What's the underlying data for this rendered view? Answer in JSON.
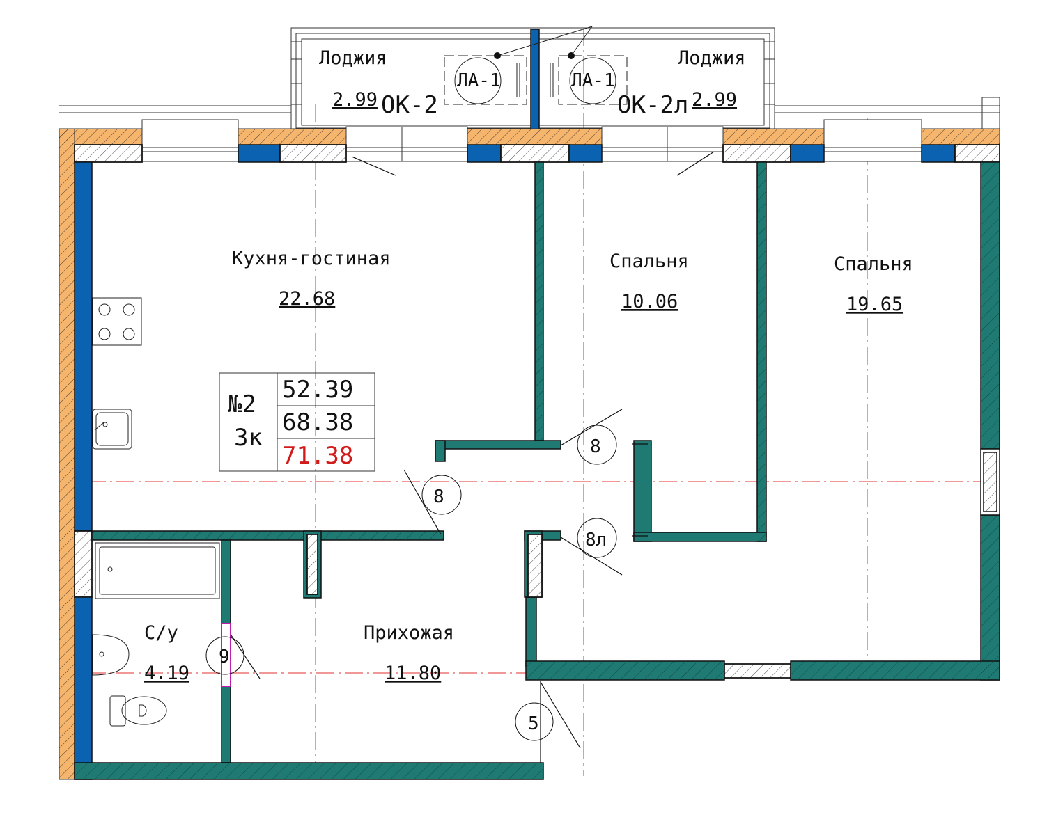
{
  "rooms": {
    "kitchen": {
      "name": "Кухня-гостиная",
      "area": "22.68"
    },
    "bedroom1": {
      "name": "Спальня",
      "area": "10.06"
    },
    "bedroom2": {
      "name": "Спальня",
      "area": "19.65"
    },
    "bathroom": {
      "name": "С/у",
      "area": "4.19"
    },
    "hallway": {
      "name": "Прихожая",
      "area": "11.80"
    },
    "loggia_left": {
      "name": "Лоджия",
      "area": "2.99",
      "window": "ОК-2",
      "device": "ЛА-1"
    },
    "loggia_right": {
      "name": "Лоджия",
      "area": "2.99",
      "window": "ОК-2л",
      "device": "ЛА-1"
    }
  },
  "apartment": {
    "number": "№2",
    "rooms": "3к",
    "living_area": "52.39",
    "total_area": "68.38",
    "area_with_loggia": "71.38"
  },
  "doors": {
    "kitchen": "8",
    "bedroom1": "8",
    "bedroom2": "8л",
    "bathroom": "9",
    "entrance": "5"
  },
  "colors": {
    "wall_fill": "#1f7a73",
    "insulation": "#f5b56d",
    "column": "#0b62b0",
    "axis_line": "#e03030",
    "highlight_text": "#d21a1a"
  }
}
